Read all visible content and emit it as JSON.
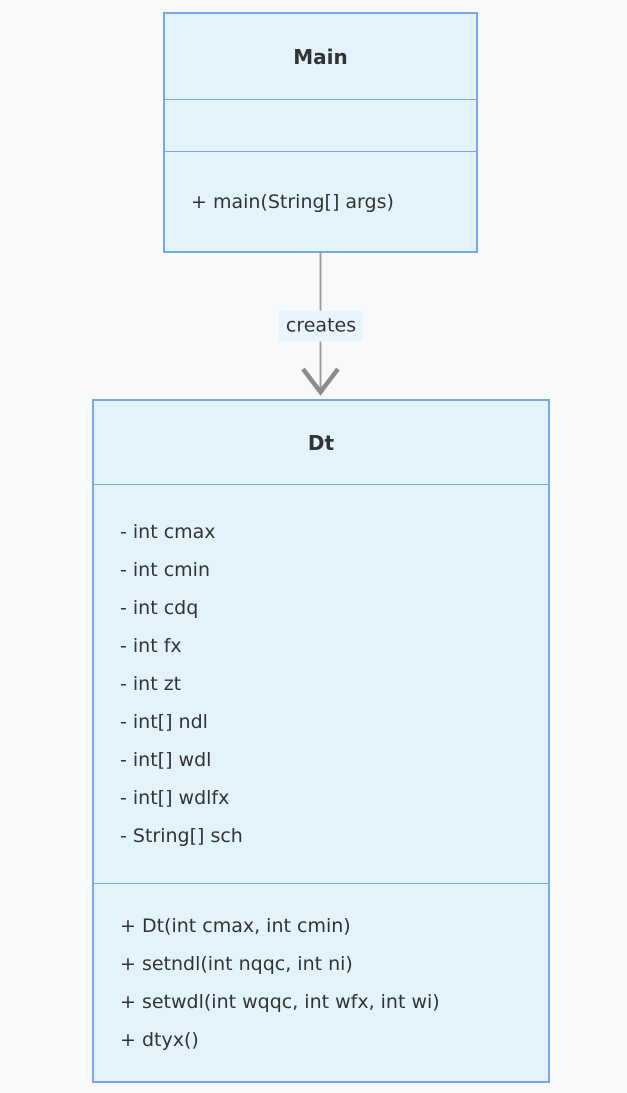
{
  "diagram": {
    "type": "uml-class-diagram",
    "classes": [
      {
        "name": "Main",
        "attributes": [],
        "methods": [
          "+ main(String[] args)"
        ]
      },
      {
        "name": "Dt",
        "attributes": [
          "- int cmax",
          "- int cmin",
          "- int cdq",
          "- int fx",
          "- int zt",
          "- int[] ndl",
          "- int[] wdl",
          "- int[] wdlfx",
          "- String[] sch"
        ],
        "methods": [
          "+ Dt(int cmax, int cmin)",
          "+ setndl(int nqqc, int ni)",
          "+ setwdl(int wqqc, int wfx, int wi)",
          "+ dtyx()"
        ]
      }
    ],
    "edges": [
      {
        "from": "Main",
        "to": "Dt",
        "label": "creates",
        "style": "solid-open-arrow"
      }
    ],
    "colors": {
      "background": "#f8f9fb",
      "node_fill": "#e2f3fc",
      "node_border": "#7aa7ec",
      "text": "#333333",
      "edge_line": "#999999",
      "arrowhead": "#8c8c8c",
      "edge_label_bg": "#e9f5fc"
    }
  }
}
